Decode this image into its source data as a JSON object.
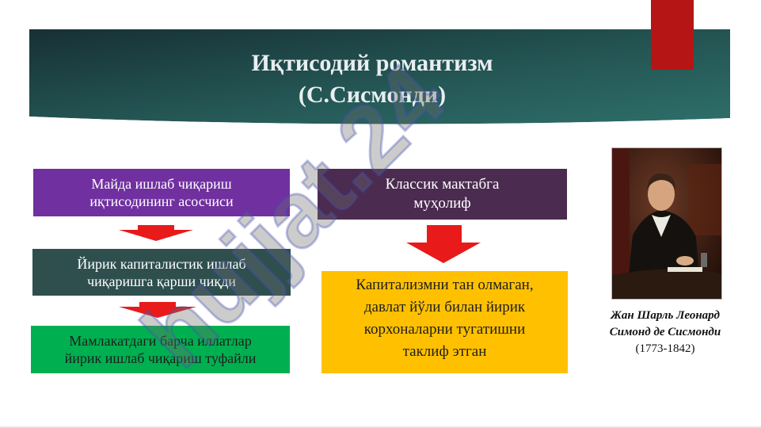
{
  "slide": {
    "title_line1": "Иқтисодий романтизм",
    "title_line2": "(С.Сисмонди)",
    "left_boxes": [
      {
        "line1": "Майда ишлаб чиқариш",
        "line2": "иқтисодининг асосчиси"
      },
      {
        "line1": "Йирик капиталистик ишлаб",
        "line2": "чиқаришга қарши чиқди"
      },
      {
        "line1": "Мамлакатдаги барча иллатлар",
        "line2": "йирик ишлаб чиқариш туфайли"
      }
    ],
    "right_top_box": {
      "line1": "Классик мактабга",
      "line2": "муҳолиф"
    },
    "right_bottom_box": {
      "line1": "Капитализмни тан олмаган,",
      "line2": "давлат йўли билан йирик",
      "line3": "корхоналарни тугатишни",
      "line4": "таклиф этган"
    },
    "portrait_caption": {
      "name_line1": "Жан Шарль Леонард",
      "name_line2": "Симонд де Сисмонди",
      "years": "(1773-1842)"
    },
    "watermark_text": "hujjat.24"
  },
  "colors": {
    "banner_dark": "#1d3c43",
    "banner_light": "#2e6f6a",
    "accent_red": "#b51515",
    "arrow_red": "#e81a1a",
    "purple": "#7030a0",
    "slate": "#2f4f4f",
    "green": "#00b050",
    "plum": "#4b2c50",
    "gold": "#ffc000"
  }
}
